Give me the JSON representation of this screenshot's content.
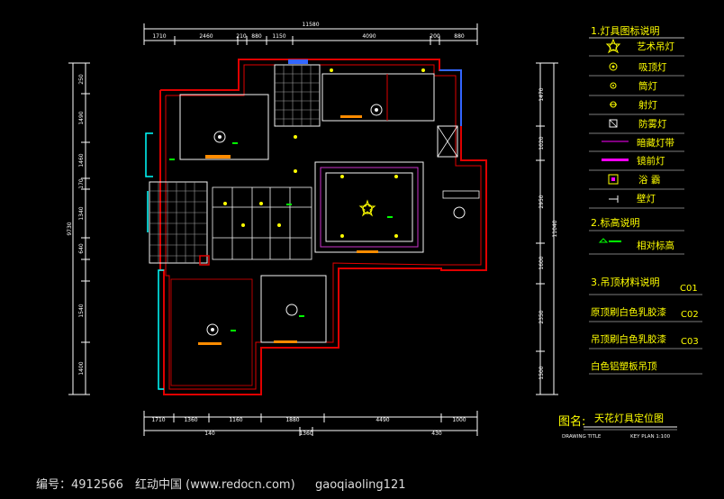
{
  "colors": {
    "wall": "#e00000",
    "wall_inner": "#f5f5f5",
    "dimension": "#ffffff",
    "legend_text": "#ffff00",
    "lamp": "#ffff00",
    "tag": "#ff8c00",
    "cyan": "#00ffff",
    "magenta": "#ff00ff",
    "blue": "#3366ff",
    "green": "#00ff00"
  },
  "dims": {
    "top_overall": "11580",
    "top_segments": [
      "1710",
      "2460",
      "210",
      "880",
      "1150",
      "4090",
      "200",
      "880"
    ],
    "bottom_segments": [
      "1710",
      "1360",
      "1160",
      "1880",
      "4490",
      "1000"
    ],
    "bottom_sub": [
      "140",
      "1360",
      "430"
    ],
    "left_segments": [
      "250",
      "1490",
      "1460",
      "170",
      "1340",
      "640",
      "1540",
      "1400"
    ],
    "left_overall": "9730",
    "right_segments": [
      "1470",
      "1020",
      "2950",
      "1600",
      "2350",
      "1500"
    ],
    "right_overall": "11040"
  },
  "legend": {
    "section1_title": "1.灯具图标说明",
    "items": [
      {
        "icon": "art-chandelier-icon",
        "label": "艺术吊灯"
      },
      {
        "icon": "ceiling-lamp-icon",
        "label": "吸顶灯"
      },
      {
        "icon": "downlight-icon",
        "label": "筒灯"
      },
      {
        "icon": "spotlight-icon",
        "label": "射灯"
      },
      {
        "icon": "fog-lamp-icon",
        "label": "防雾灯"
      },
      {
        "icon": "hidden-strip-icon",
        "label": "暗藏灯带"
      },
      {
        "icon": "mirror-lamp-icon",
        "label": "镜前灯"
      },
      {
        "icon": "bath-heater-icon",
        "label": "浴 霸"
      },
      {
        "icon": "wall-lamp-icon",
        "label": "壁灯"
      }
    ],
    "section2_title": "2.标高说明",
    "elevation_label": "相对标高",
    "section3_title": "3.吊顶材料说明",
    "materials": [
      {
        "label": "原顶刷白色乳胶漆",
        "code": "C01"
      },
      {
        "label": "吊顶刷白色乳胶漆",
        "code": "C02"
      },
      {
        "label": "白色铝塑板吊顶",
        "code": "C03"
      }
    ]
  },
  "title_block": {
    "prefix": "图名:",
    "title": "天花灯具定位图",
    "drawing_title": "DRAWING TITLE",
    "key_plan": "KEY PLAN 1:100"
  },
  "footer": {
    "id_label": "编号：4912566",
    "site": "红动中国 (www.redocn.com)",
    "author": "gaoqiaoling121"
  }
}
